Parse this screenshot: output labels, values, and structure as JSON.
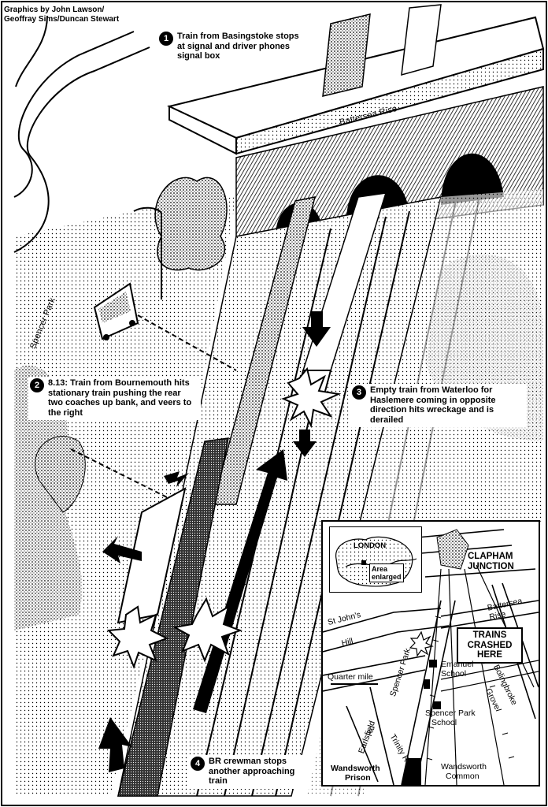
{
  "credit": [
    "Graphics by John Lawson/",
    "Geoffray Sims/Duncan Stewart"
  ],
  "callouts": [
    {
      "num": "1",
      "text": "Train from Basingstoke stops at signal and driver phones signal box"
    },
    {
      "num": "2",
      "text": "8.13: Train from Bournemouth hits stationary train pushing the rear two coaches up bank, and veers to the right"
    },
    {
      "num": "3",
      "text": "Empty train from Waterloo for Haslemere coming in opposite direction hits wreckage and is derailed"
    },
    {
      "num": "4",
      "text": "BR crewman stops another approaching train"
    }
  ],
  "streets": {
    "battersea_rise": "Battersea Rise",
    "spencer_park": "Spencer Park"
  },
  "map": {
    "inset_london": "LONDON",
    "inset_area": [
      "Area",
      "enlarged"
    ],
    "clapham": [
      "CLAPHAM",
      "JUNCTION"
    ],
    "battersea_rise": [
      "Battersea",
      "Rise"
    ],
    "st_johns": "St John's",
    "hill": "Hill",
    "trains_crashed": [
      "TRAINS",
      "CRASHED",
      "HERE"
    ],
    "quarter_mile": "Quarter mile",
    "spencer_park": "Spencer Park",
    "emanuel": [
      "Emanuel",
      "School"
    ],
    "bolingbroke": "Bolingbroke",
    "grove": "Grove",
    "spencer_park_school": [
      "Spencer Park",
      "School"
    ],
    "earlsfield": "Earlsfield",
    "rd": "Rd",
    "trinity_rd": "Trinity Rd",
    "wandsworth_common": [
      "Wandsworth",
      "Common"
    ],
    "wandsworth_prison": [
      "Wandsworth",
      "Prison"
    ]
  }
}
